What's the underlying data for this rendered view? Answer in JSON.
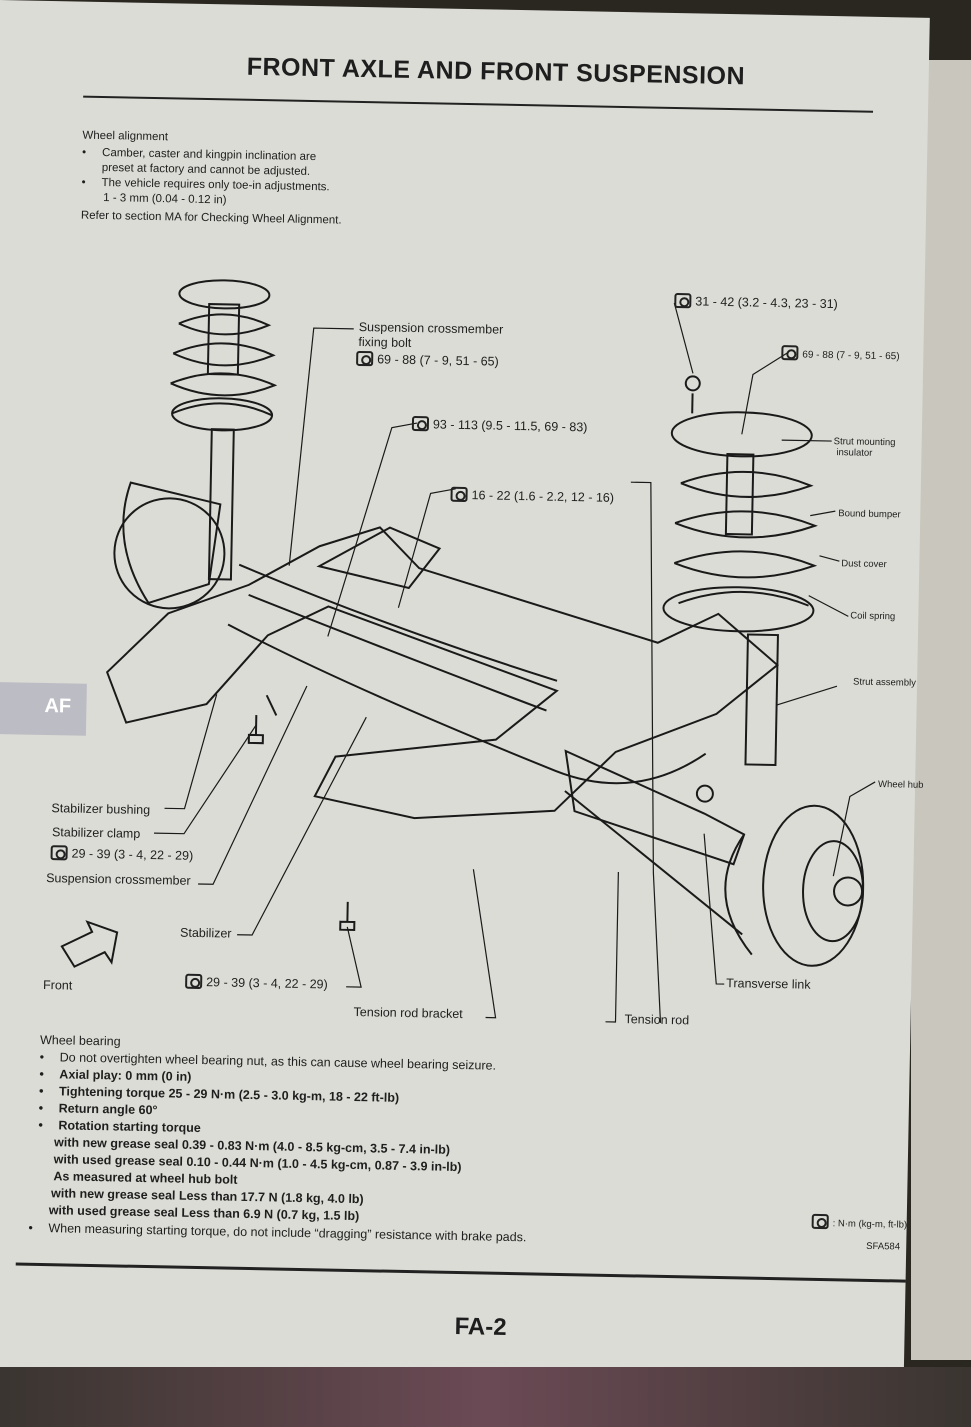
{
  "title": "FRONT AXLE AND FRONT SUSPENSION",
  "wheel_alignment": {
    "heading": "Wheel alignment",
    "bullets": [
      "Camber, caster and kingpin inclination are",
      "The vehicle requires only toe-in adjustments."
    ],
    "bullet1_cont": "preset at factory and cannot be adjusted.",
    "toe_in": "1 - 3 mm (0.04 - 0.12 in)",
    "refer": "Refer to section MA for Checking Wheel Alignment."
  },
  "side_tab": "AF",
  "callouts": {
    "crossmember_bolt_1": "Suspension crossmember",
    "crossmember_bolt_2": "fixing bolt",
    "torque_69_88": "69 - 88 (7 - 9, 51 - 65)",
    "torque_93_113": "93 - 113 (9.5 - 11.5, 69 - 83)",
    "torque_16_22": "16 - 22 (1.6 - 2.2, 12 - 16)",
    "torque_31_42": "31 - 42 (3.2 - 4.3, 23 - 31)",
    "torque_69_88_b": "69 - 88 (7 - 9, 51 - 65)",
    "strut_mounting_1": "Strut mounting",
    "strut_mounting_2": "insulator",
    "bound_bumper": "Bound bumper",
    "dust_cover": "Dust cover",
    "coil_spring": "Coil spring",
    "strut_assembly": "Strut assembly",
    "wheel_hub": "Wheel hub",
    "stabilizer_bushing": "Stabilizer bushing",
    "stabilizer_clamp": "Stabilizer clamp",
    "torque_29_39_a": "29 - 39 (3 - 4, 22 - 29)",
    "suspension_crossmember": "Suspension crossmember",
    "stabilizer": "Stabilizer",
    "front": "Front",
    "torque_29_39_b": "29 - 39 (3 - 4, 22 - 29)",
    "tension_rod_bracket": "Tension rod bracket",
    "tension_rod": "Tension rod",
    "transverse_link": "Transverse link"
  },
  "wheel_bearing": {
    "heading": "Wheel bearing",
    "b1": "Do not overtighten wheel bearing nut, as this can cause wheel bearing seizure.",
    "b2": "Axial play:  0 mm (0 in)",
    "b3": "Tightening torque 25 - 29 N·m (2.5 - 3.0 kg-m, 18 - 22 ft-lb)",
    "b4": "Return angle 60°",
    "b5": "Rotation starting torque",
    "l1": "with new grease seal 0.39 - 0.83 N·m (4.0 - 8.5 kg-cm, 3.5 - 7.4 in-lb)",
    "l2": "with used grease seal 0.10 - 0.44 N·m (1.0 - 4.5 kg-cm, 0.87 - 3.9 in-lb)",
    "l3": "As measured at wheel hub bolt",
    "l4": "with new grease seal  Less than 17.7 N (1.8 kg, 4.0 lb)",
    "l5": "with used grease seal  Less than 6.9 N (0.7 kg, 1.5 lb)",
    "b6": "When measuring starting torque, do not include “dragging” resistance with brake pads."
  },
  "legend": ":  N·m (kg-m, ft-lb)",
  "figure_code": "SFA584",
  "page_number": "FA-2"
}
